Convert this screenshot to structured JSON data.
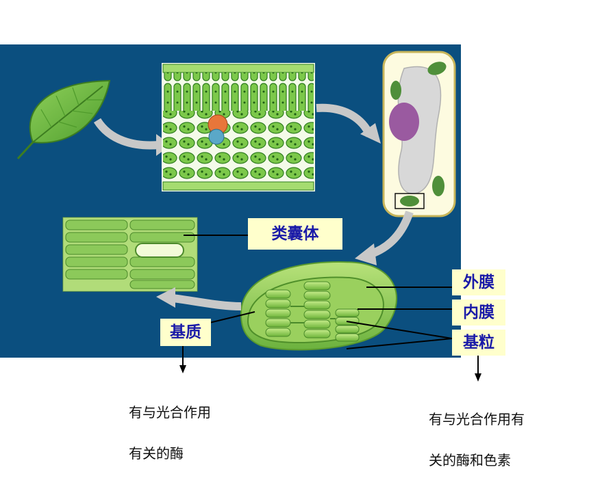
{
  "labels": {
    "thylakoid": "类囊体",
    "outer_membrane": "外膜",
    "inner_membrane": "内膜",
    "grana": "基粒",
    "stroma": "基质"
  },
  "notes": {
    "stroma_note_line1": "有与光合作用",
    "stroma_note_line2": "有关的酶",
    "grana_note_line1": "有与光合作用有",
    "grana_note_line2": "关的酶和色素"
  },
  "colors": {
    "panel_background": "#0b4f7f",
    "label_background": "#ffffcc",
    "label_text": "#1a1aa8",
    "arrow": "#c8c8c8"
  },
  "icons": [
    "leaf-icon",
    "leaf-cross-section-image",
    "plant-cell-image",
    "thylakoid-stack-image",
    "chloroplast-image"
  ]
}
